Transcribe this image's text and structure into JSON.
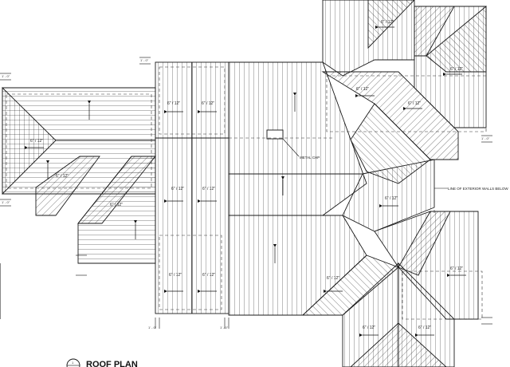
{
  "drawing": {
    "title": "ROOF PLAN",
    "detail_number": "1"
  },
  "notes": {
    "metal_chip": "METAL CHP",
    "exterior_walls": "LINE OF EXTERIOR WALLS BELOW"
  },
  "pitch_label": "6\" / 12\"",
  "dimension_label": "1' - 0\"",
  "colors": {
    "line": "#1a1a1a",
    "dashed": "#333333",
    "paper": "#ffffff"
  }
}
